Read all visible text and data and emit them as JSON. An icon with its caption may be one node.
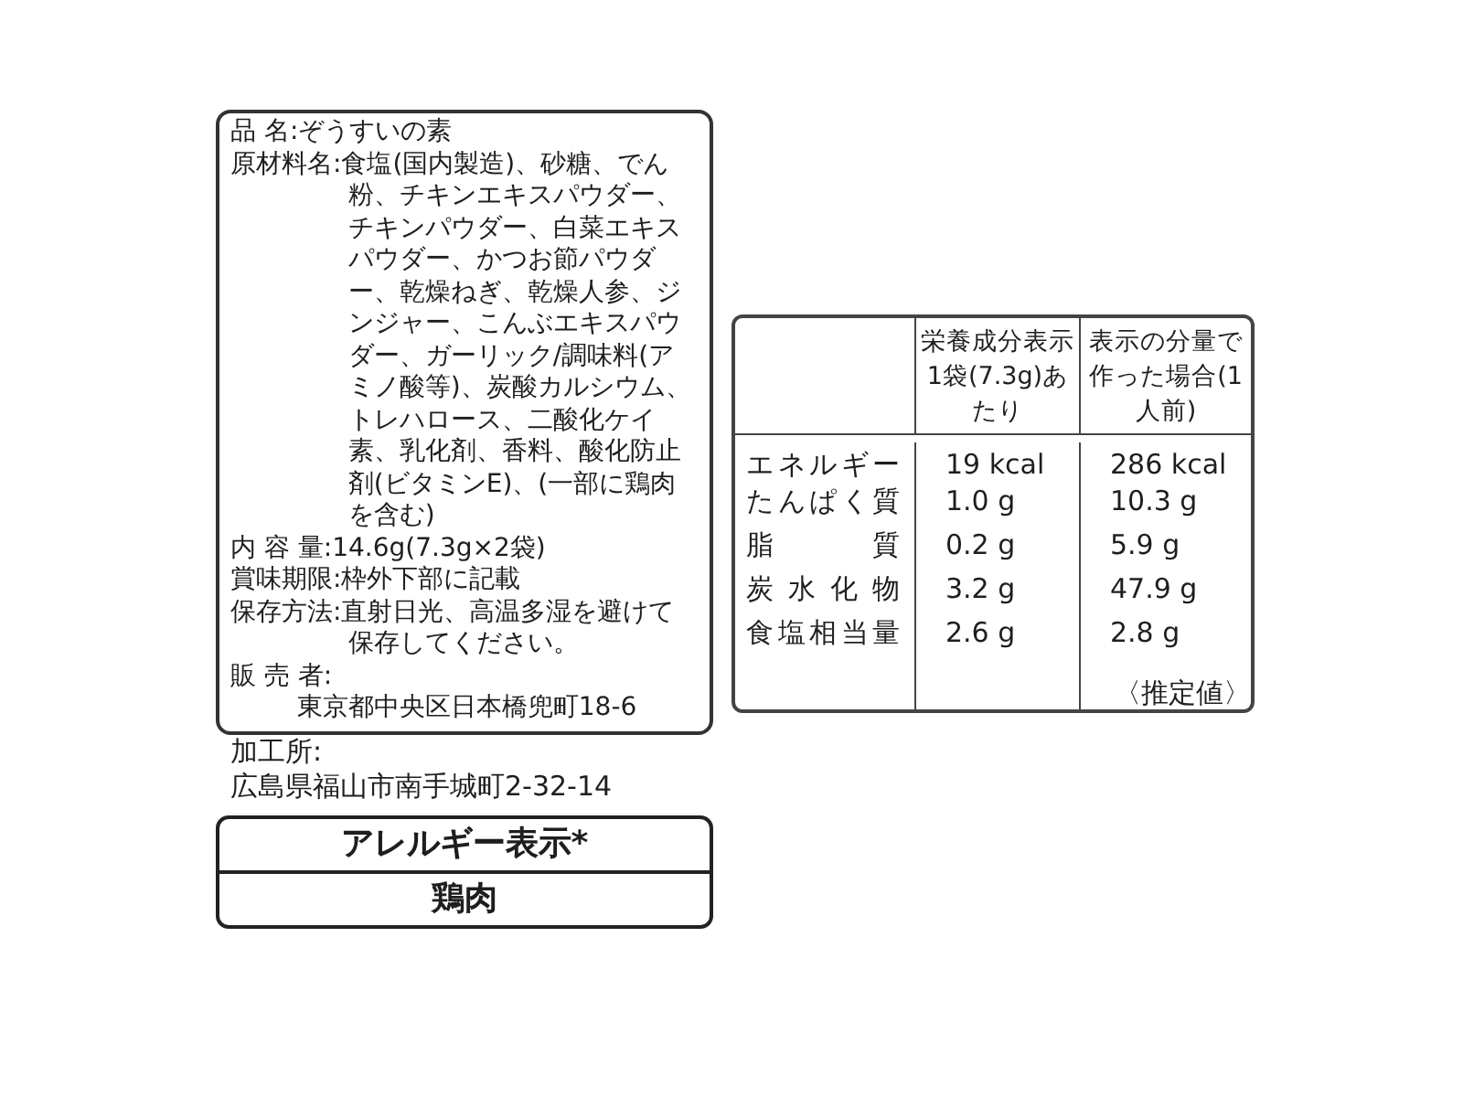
{
  "diagram": {
    "nodes": [
      {
        "text": [
          "品 名:ぞうすいの素",
          "原材料名:食塩(国内製造)、砂糖、でん粉、チキンエキスパウダー、チキンパウダー、白菜エキスパウダー、かつお節パウダー、乾燥ねぎ、乾燥人参、ジンジャー、こんぶエキスパウダー、ガーリック/調味料(アミノ酸等)、炭酸カルシウム、トレハロース、二酸化ケイ素、乳化剤、香料、酸化防止剤(ビタミンE)、(一部に鶏肉を含む)",
          "内 容 量:14.6g(7.3g×2袋)",
          "賞味期限:枠外下部に記載",
          "保存方法:直射日光、高温多湿を避けて保存してください。",
          "販 売 者:",
          "東京都中央区日本橋兜町18-6"
        ]
      },
      {
        "text": [
          "アレルギー表示*",
          "鶏肉"
        ]
      }
    ],
    "labels": [
      "加工所:",
      "広島県福山市南手城町2-32-14",
      "栄養成分表示1袋(7.3g)あたり",
      "表示の分量で作った場合(1人前)",
      "エネルギー",
      "19 kcal",
      "286 kcal",
      "たんぱく質",
      "1.0 g",
      "10.3 g",
      "脂 質",
      "0.2 g",
      "5.9 g",
      "炭 水 化 物",
      "3.2 g",
      "47.9 g",
      "食塩相当量",
      "2.6 g",
      "2.8 g",
      "〈推定値〉"
    ]
  }
}
